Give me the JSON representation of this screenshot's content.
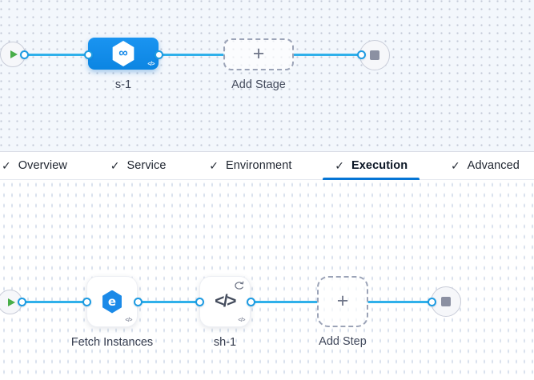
{
  "colors": {
    "stage_node_blue": "#0f8ce8",
    "connector_blue": "#2fb0ea",
    "port_ring_blue": "#1d9be2",
    "active_tab_underline": "#0575d5",
    "play_green": "#49ae49",
    "stop_gray": "#8b90a2"
  },
  "glyphs": {
    "check": "✓",
    "plus": "+",
    "infinity": "∞",
    "code": "</>",
    "elastigroup_e": "e"
  },
  "stage_pipeline": {
    "stage": {
      "name": "s-1"
    },
    "add_stage": {
      "label": "Add Stage"
    }
  },
  "tab_bar": {
    "tabs": [
      {
        "label": "Overview",
        "checked": true,
        "active": false
      },
      {
        "label": "Service",
        "checked": true,
        "active": false
      },
      {
        "label": "Environment",
        "checked": true,
        "active": false
      },
      {
        "label": "Execution",
        "checked": true,
        "active": true
      },
      {
        "label": "Advanced",
        "checked": true,
        "active": false
      }
    ]
  },
  "execution_pipeline": {
    "steps": [
      {
        "name": "Fetch Instances"
      },
      {
        "name": "sh-1"
      }
    ],
    "add_step": {
      "label": "Add Step"
    }
  }
}
